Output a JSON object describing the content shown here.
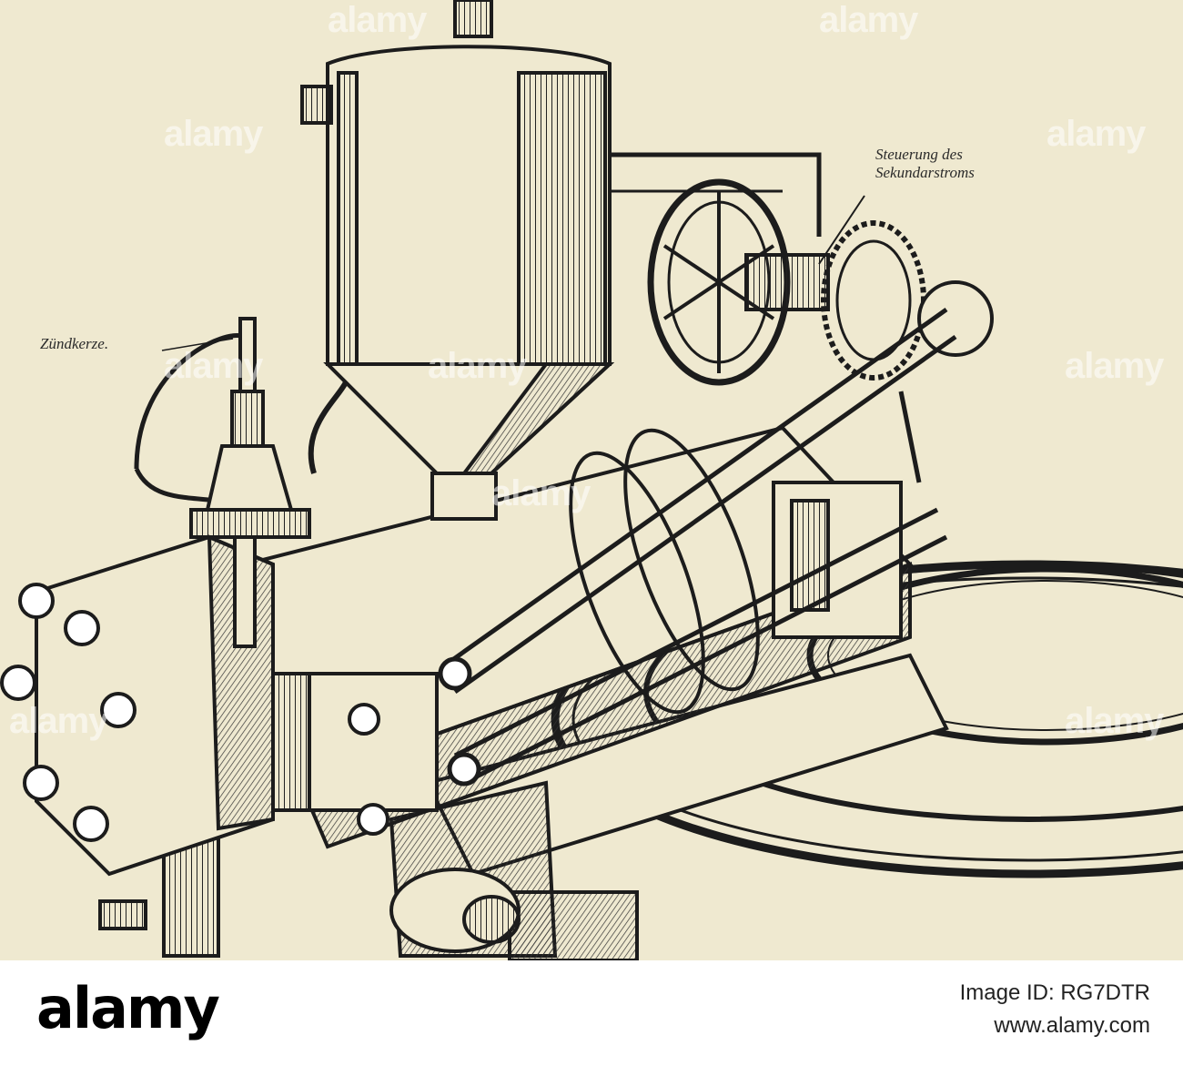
{
  "illustration": {
    "labels": {
      "steuerung_line1": "Steuerung des",
      "steuerung_line2": "Sekundarstroms",
      "zuendkerze": "Zündkerze."
    },
    "watermark": "alamy",
    "background_color": "#efe9d0"
  },
  "footer": {
    "logo": "alamy",
    "image_id": "Image ID: RG7DTR",
    "site": "www.alamy.com"
  }
}
